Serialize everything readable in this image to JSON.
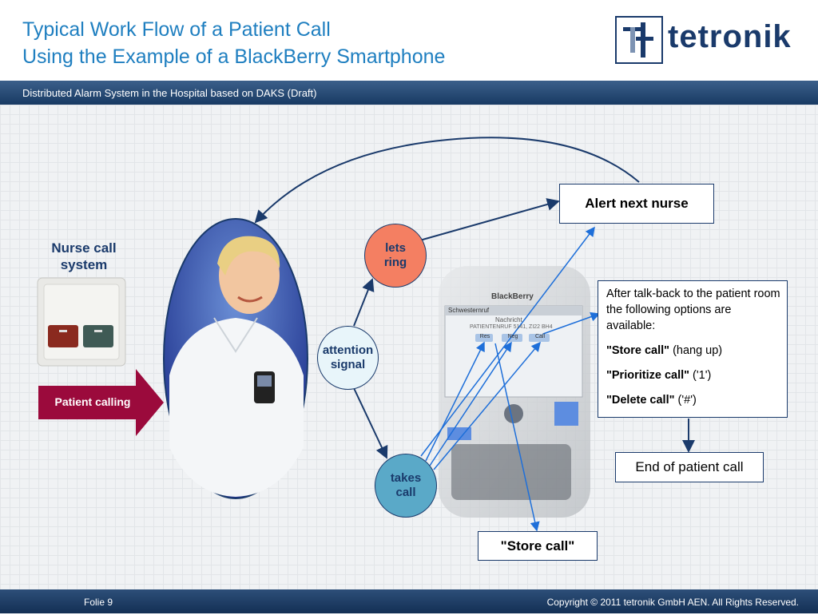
{
  "title": {
    "line1": "Typical Work Flow of a Patient Call",
    "line2": "Using the Example of a BlackBerry Smartphone"
  },
  "logo": {
    "text": "tetronik"
  },
  "subtitle": "Distributed Alarm System in the Hospital based on DAKS (Draft)",
  "diagram": {
    "nurse_call_system": "Nurse call system",
    "patient_calling": "Patient calling",
    "attention_signal": "attention signal",
    "lets_ring": "lets ring",
    "takes_call": "takes call",
    "alert_next_nurse": "Alert next nurse",
    "store_call_box": "\"Store call\"",
    "end_of_patient_call": "End of patient call",
    "options": {
      "intro": "After talk-back to the patient room the following options are available:",
      "items": [
        {
          "label": "\"Store call\"",
          "key": "(hang up)"
        },
        {
          "label": "\"Prioritize call\"",
          "key": "('1')"
        },
        {
          "label": "\"Delete call\"",
          "key": "('#')"
        }
      ]
    },
    "phone": {
      "brand": "BlackBerry",
      "header": "Schwesternruf",
      "message_title": "Nachricht",
      "message_text": "PATIENTENRUF 5141, ZI22 BH4",
      "buttons": [
        "Res",
        "Neg",
        "Call"
      ]
    }
  },
  "colors": {
    "title_blue": "#1f7fc0",
    "navy": "#1a3a6b",
    "arrow_blue": "#1e6fd9",
    "patient_calling_red": "#9b0a3c",
    "lets_ring_fill": "#f47f62",
    "attention_fill": "#e8f5fa",
    "takes_call_fill": "#5aa9c8"
  },
  "footer": {
    "slide": "Folie 9",
    "copyright": "Copyright © 2011 tetronik GmbH AEN. All Rights Reserved."
  }
}
